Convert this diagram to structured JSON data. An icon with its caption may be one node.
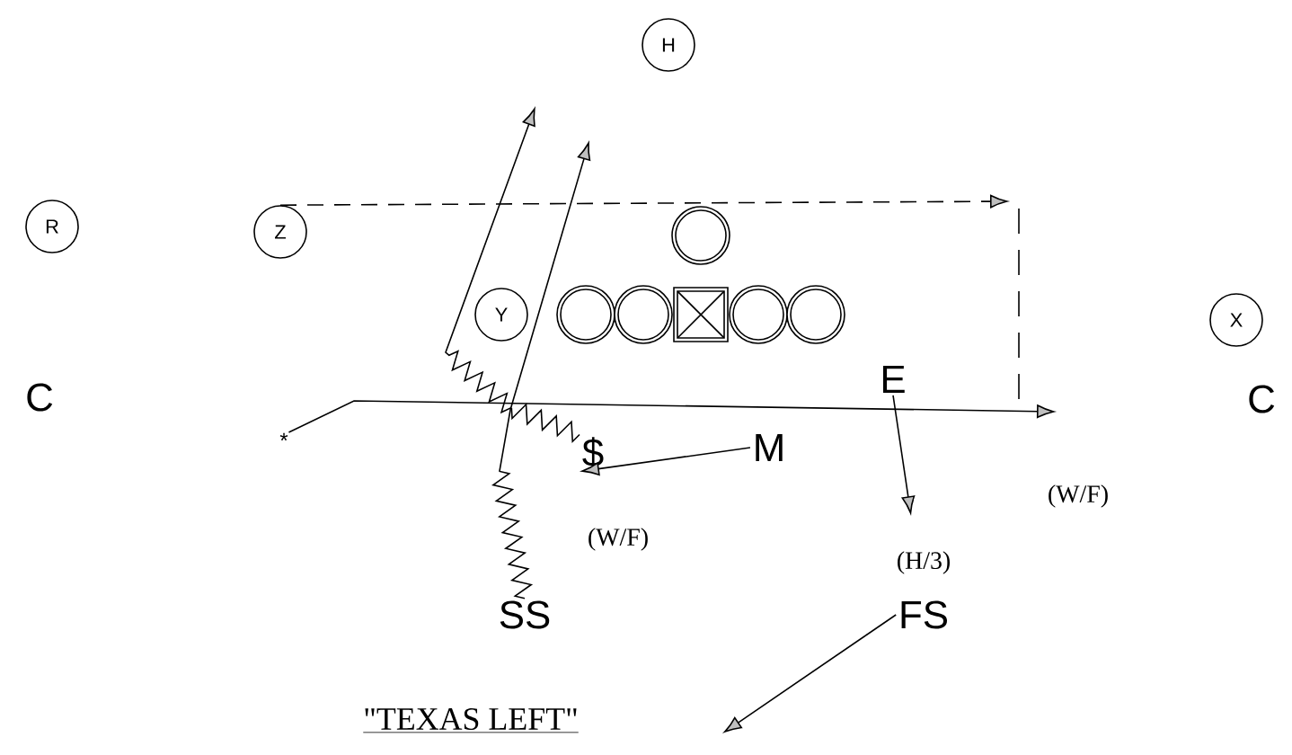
{
  "diagram": {
    "title": "\"TEXAS LEFT\"",
    "nodes": [
      {
        "text": [
          "H"
        ]
      },
      {
        "text": [
          "R"
        ]
      },
      {
        "text": [
          "Z"
        ]
      },
      {
        "text": [],
        "shape": "circle"
      },
      {
        "text": [
          "Y"
        ]
      },
      {
        "text": [],
        "shape": "circle"
      },
      {
        "text": [],
        "shape": "circle"
      },
      {
        "text": [],
        "shape": "box"
      },
      {
        "text": [],
        "shape": "circle"
      },
      {
        "text": [],
        "shape": "circle"
      },
      {
        "text": [
          "X"
        ]
      },
      {
        "text": [
          "C"
        ]
      },
      {
        "text": [
          "C"
        ]
      },
      {
        "text": [
          "E"
        ]
      },
      {
        "text": [
          "*"
        ]
      },
      {
        "text": [
          "$"
        ]
      },
      {
        "text": [
          "M"
        ]
      },
      {
        "text": [
          "SS"
        ]
      },
      {
        "text": [
          "FS"
        ]
      }
    ],
    "edges": [
      {
        "from": 2,
        "to": null,
        "arrow": "to",
        "style": "dashed"
      },
      {
        "from": 14,
        "to": null,
        "arrow": "to"
      },
      {
        "from": 15,
        "to": null,
        "arrow": "to"
      },
      {
        "from": 17,
        "to": null,
        "arrow": "to"
      },
      {
        "from": 16,
        "to": 15,
        "arrow": "to"
      },
      {
        "from": 13,
        "to": null,
        "arrow": "to"
      },
      {
        "from": 18,
        "to": null,
        "arrow": "to"
      }
    ],
    "labels": [
      "(W/F)",
      "(W/F)",
      "(H/3)"
    ]
  }
}
